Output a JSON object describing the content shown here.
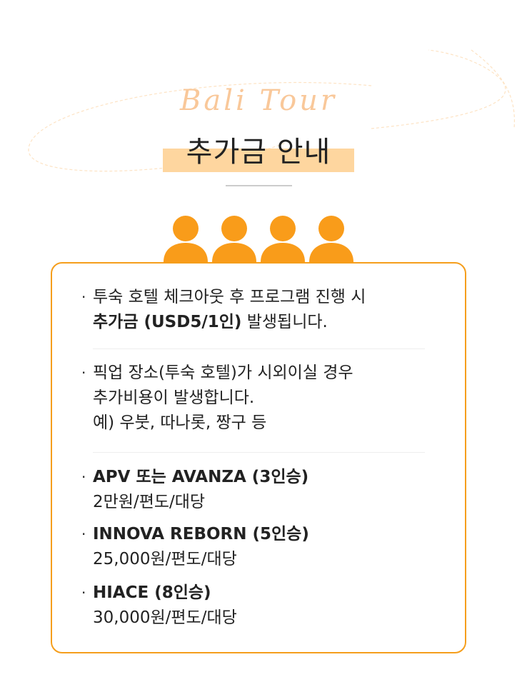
{
  "header": {
    "script_title": "Bali Tour",
    "title": "추가금 안내"
  },
  "colors": {
    "accent": "#f59e1c",
    "highlight": "#fed69f"
  },
  "items": [
    {
      "line1": "투숙 호텔 체크아웃 후 프로그램 진행 시",
      "bold": "추가금 (USD5/1인)",
      "rest": " 발생됩니다."
    },
    {
      "line1": "픽업 장소(투숙 호텔)가 시외이실 경우",
      "line2": "추가비용이 발생합니다.",
      "line3": "예) 우붓, 따나롯, 짱구 등"
    }
  ],
  "vehicles": [
    {
      "name": "APV 또는 AVANZA (3인승)",
      "price": "2만원/편도/대당"
    },
    {
      "name": "INNOVA REBORN (5인승)",
      "price": "25,000원/편도/대당"
    },
    {
      "name": "HIACE (8인승)",
      "price": "30,000원/편도/대당"
    }
  ],
  "bullet": "·"
}
